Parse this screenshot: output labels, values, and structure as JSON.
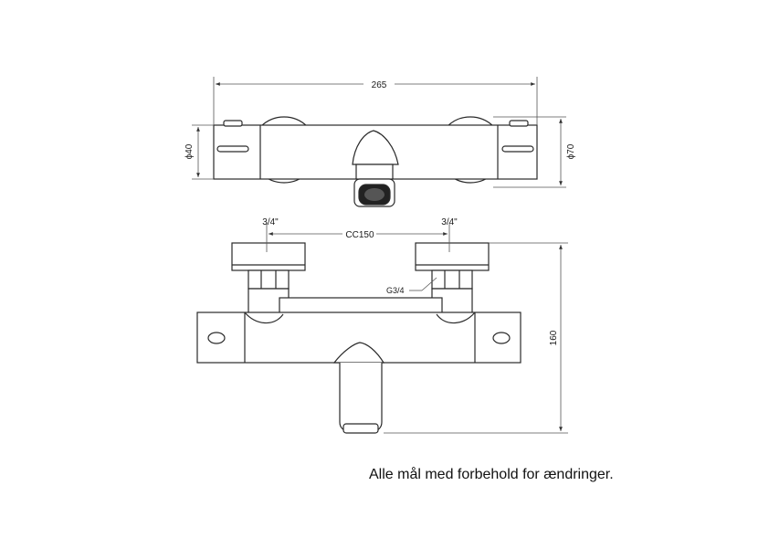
{
  "dimensions": {
    "overall_width": "265",
    "body_diameter": "ϕ40",
    "handle_diameter": "ϕ70",
    "inlet_left": "3/4\"",
    "inlet_right": "3/4\"",
    "center_distance": "CC150",
    "thread": "G3/4",
    "height": "160"
  },
  "note": "Alle mål med forbehold for ændringer.",
  "colors": {
    "line": "#2a2a2a",
    "dim_line": "#555555"
  }
}
